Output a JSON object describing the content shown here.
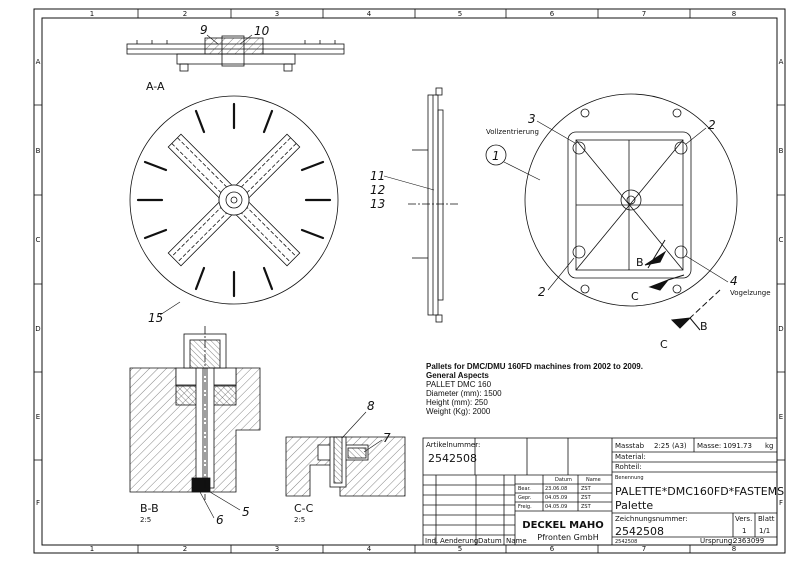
{
  "grid": {
    "columns": [
      "1",
      "2",
      "3",
      "4",
      "5",
      "6",
      "7",
      "8"
    ],
    "rows": [
      "A",
      "B",
      "C",
      "D",
      "E",
      "F"
    ]
  },
  "labels": {
    "section_aa": "A-A",
    "section_bb": "B-B",
    "section_bb_scale": "2:5",
    "section_cc": "C-C",
    "section_cc_scale": "2:5",
    "vollzentrierung": "Vollzentrierung",
    "vogelzunge": "Vogelzunge",
    "arrow_b": "B",
    "arrow_c": "C",
    "callouts": {
      "c1": "1",
      "c2a": "2",
      "c2b": "2",
      "c3": "3",
      "c4": "4",
      "c5": "5",
      "c6": "6",
      "c7": "7",
      "c8": "8",
      "c9": "9",
      "c10": "10",
      "c11": "11",
      "c12": "12",
      "c13": "13",
      "c15": "15"
    }
  },
  "notes": {
    "heading1": "Pallets for DMC/DMU 160FD machines from 2002 to 2009.",
    "heading2": "General Aspects",
    "line1": "PALLET DMC 160",
    "line2": "Diameter (mm): 1500",
    "line3": "Height (mm): 250",
    "line4": "Weight (Kg): 2000"
  },
  "title_block": {
    "artikel_label": "Artikelnummer:",
    "artikel_value": "2542508",
    "massstab_label": "Masstab",
    "massstab_value": "2:25 (A3)",
    "masse_label": "Masse:",
    "masse_value": "1091.73",
    "masse_unit": "kg",
    "material_label": "Material:",
    "rohteil_label": "Rohteil:",
    "benennung_label": "Benennung",
    "benennung1": "PALETTE*DMC160FD*FASTEMS",
    "benennung2": "Palette",
    "zeichnung_label": "Zeichnungsnummer:",
    "zeichnung_value": "2542508",
    "zeichnung_small": "2542508",
    "version_label": "Vers.",
    "version_value": "1",
    "blatt_label": "Blatt",
    "blatt_value": "1/1",
    "ursprung_label": "Ursprung:",
    "ursprung_value": "2363099",
    "company1": "DECKEL MAHO",
    "company2": "Pfronten GmbH",
    "datum_label": "Datum",
    "name_label": "Name",
    "rev_ind": "Ind.",
    "rev_aend": "Aenderung",
    "rev_datum": "Datum",
    "rev_name": "Name",
    "bear_label": "Bear.",
    "bear_date": "23.06.08",
    "bear_name": "ZST",
    "gepr_label": "Gepr.",
    "gepr_date": "04.05.09",
    "gepr_name": "ZST",
    "freig_label": "Freig.",
    "freig_date": "04.05.09",
    "freig_name": "ZST"
  }
}
